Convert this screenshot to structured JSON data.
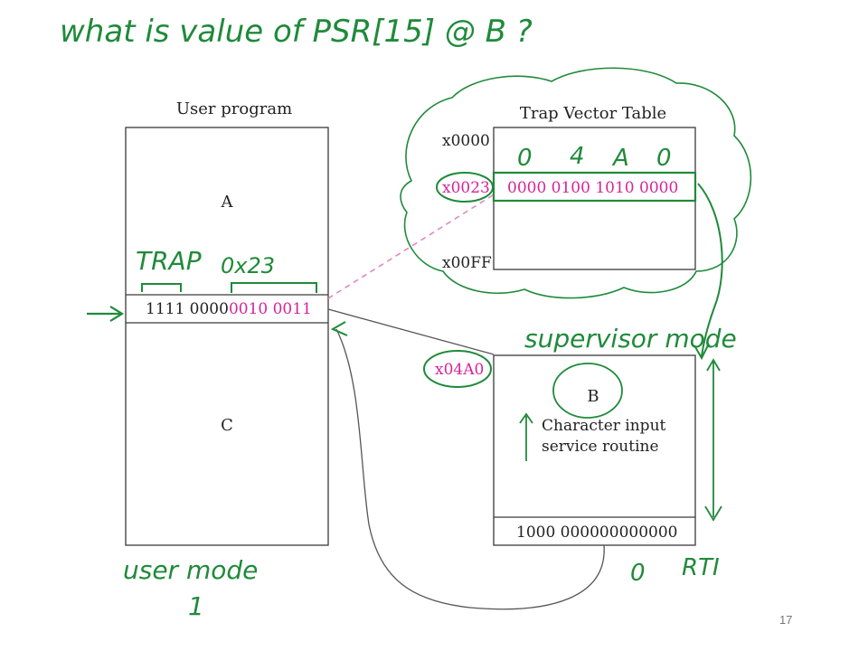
{
  "colors": {
    "ink": "#1f8a3a",
    "magenta": "#d6249a",
    "box": "#3a3a3a",
    "text": "#222222"
  },
  "handwriting": {
    "question": "what is value of PSR[15] @ B ?",
    "trap_label": "TRAP",
    "vector_label": "0x23",
    "vector_digits": [
      "0",
      "4",
      "A",
      "0"
    ],
    "supervisor_mode": "supervisor mode",
    "user_mode": "user mode",
    "user_mode_value": "1",
    "rti_value": "0",
    "rti_label": "RTI"
  },
  "user_program": {
    "title": "User program",
    "section_a": "A",
    "section_c": "C",
    "trap_opcode": "1111 0000",
    "trap_vector": "0010 0011"
  },
  "trap_vector_table": {
    "title": "Trap Vector Table",
    "addr_start": "x0000",
    "addr_entry": "x0023",
    "entry_value": "0000 0100 1010 0000",
    "addr_end": "x00FF"
  },
  "service_routine": {
    "address": "x04A0",
    "label": "B",
    "desc_line1": "Character input",
    "desc_line2": "service routine",
    "rti_instruction": "1000 000000000000"
  },
  "slide_number": "17"
}
